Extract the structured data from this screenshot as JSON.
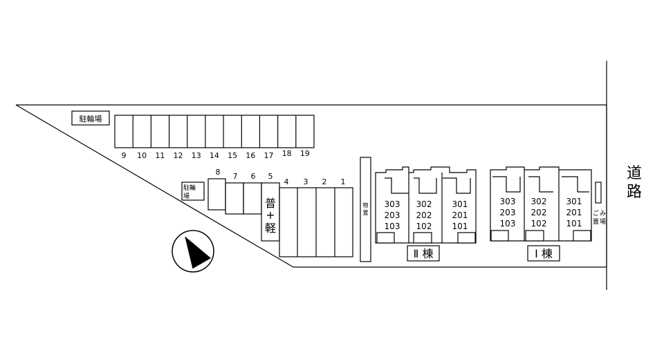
{
  "road_label_1": "道",
  "road_label_2": "路",
  "bike_parking_top": "駐輪場",
  "bike_parking_mid_1": "駐輪",
  "bike_parking_mid_2": "場",
  "compact_space_1": "普",
  "compact_space_2": "+",
  "compact_space_3": "軽",
  "storage_label": [
    "物",
    "置"
  ],
  "garbage_label": [
    "ご",
    "み",
    "置",
    "場"
  ],
  "parking_numbers_top": [
    "9",
    "10",
    "11",
    "12",
    "13",
    "14",
    "15",
    "16",
    "17",
    "18",
    "19"
  ],
  "parking_numbers_mid": [
    "8",
    "7",
    "6",
    "5"
  ],
  "parking_numbers_right": [
    "4",
    "3",
    "2",
    "1"
  ],
  "building_2": {
    "name": "Ⅱ 棟",
    "columns": [
      [
        "303",
        "203",
        "103"
      ],
      [
        "302",
        "202",
        "102"
      ],
      [
        "301",
        "201",
        "101"
      ]
    ]
  },
  "building_1": {
    "name": "Ⅰ 棟",
    "columns": [
      [
        "303",
        "203",
        "103"
      ],
      [
        "302",
        "202",
        "102"
      ],
      [
        "301",
        "201",
        "101"
      ]
    ]
  },
  "colors": {
    "line": "#000000",
    "background": "#ffffff"
  },
  "icons": [
    "compass-north-icon"
  ]
}
